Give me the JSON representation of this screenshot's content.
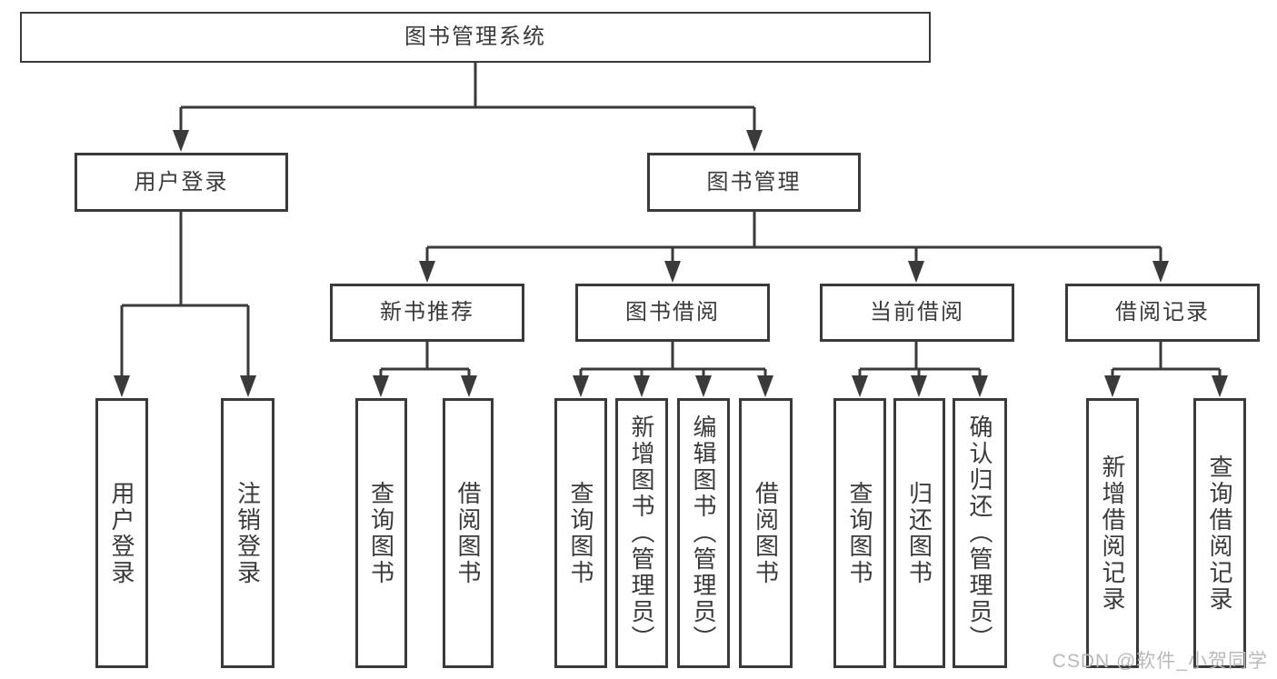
{
  "colors": {
    "line": "#3a3a3a",
    "box_border": "#3a3a3a",
    "text": "#3a3a3a",
    "watermark": "#b9b9b9",
    "background": "#ffffff"
  },
  "tree": {
    "root": {
      "label": "图书管理系统"
    },
    "branches": [
      {
        "label": "用户登录",
        "children": [
          {
            "label": "用户登录"
          },
          {
            "label": "注销登录"
          }
        ]
      },
      {
        "label": "图书管理",
        "children": [
          {
            "label": "新书推荐",
            "children": [
              {
                "label": "查询图书"
              },
              {
                "label": "借阅图书"
              }
            ]
          },
          {
            "label": "图书借阅",
            "children": [
              {
                "label": "查询图书"
              },
              {
                "label": "新增图书（管理员）"
              },
              {
                "label": "编辑图书（管理员）"
              },
              {
                "label": "借阅图书"
              }
            ]
          },
          {
            "label": "当前借阅",
            "children": [
              {
                "label": "查询图书"
              },
              {
                "label": "归还图书"
              },
              {
                "label": "确认归还（管理员）"
              }
            ]
          },
          {
            "label": "借阅记录",
            "children": [
              {
                "label": "新增借阅记录"
              },
              {
                "label": "查询借阅记录"
              }
            ]
          }
        ]
      }
    ]
  },
  "watermark": {
    "text": "CSDN @软件_小贺同学"
  }
}
